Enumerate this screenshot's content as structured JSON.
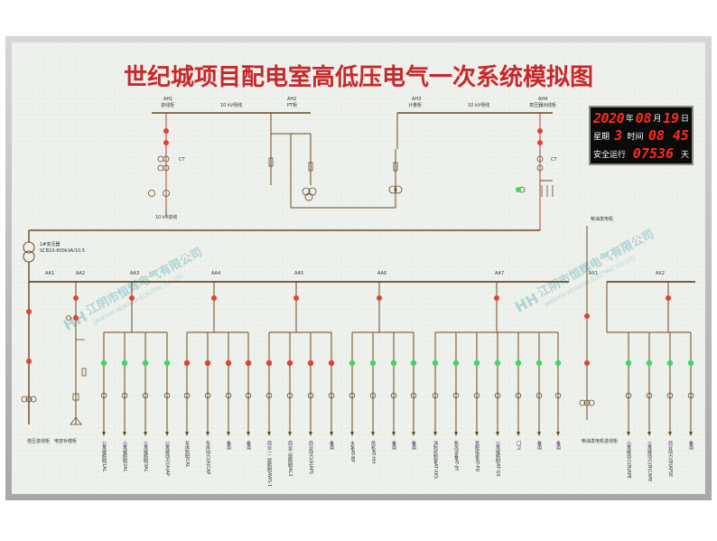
{
  "title": "世纪城项目配电室高低压电气一次系统模拟图",
  "clock": {
    "date_year": "2020",
    "date_month": "08",
    "date_day": "19",
    "year_char": "年",
    "month_char": "月",
    "day_char": "日",
    "weekday_label": "星期",
    "weekday_value": "3",
    "time_label": "时间",
    "time_value": "08 45",
    "safe_label": "安全运行",
    "safe_value": "07536",
    "safe_unit": "天"
  },
  "watermark": {
    "company": "江阴市恒辉电气有限公司",
    "company_en": "JIANGYIN HENGHUI ELECTRIC CO.,LTD",
    "logo": "HH"
  },
  "hv": {
    "cabinets": [
      {
        "id": "AH1",
        "name": "进线柜"
      },
      {
        "id": "AH2",
        "name": "PT柜"
      },
      {
        "id": "AH3",
        "name": "计量柜"
      },
      {
        "id": "AH4",
        "name": "变压器出线柜"
      }
    ],
    "bus_left": "10 kV母线",
    "bus_right": "10 kV母线",
    "incoming": "10 kV进线",
    "ct_label": "CT",
    "ct_label2": "CT"
  },
  "transformer": {
    "name": "1#变压器",
    "model": "SCB10-800kVA/10.5"
  },
  "diesel": {
    "label": "柴油发电机"
  },
  "lv": {
    "panels": [
      "AA1",
      "AA2",
      "AA3",
      "AA4",
      "AA5",
      "AA6",
      "AA7",
      "AX1",
      "AX2"
    ],
    "feeders": [
      {
        "name": "低压进线柜"
      },
      {
        "name": "电容补偿柜"
      },
      {
        "name": "公寓楼照明1AL"
      },
      {
        "name": "公寓楼照明2AL"
      },
      {
        "name": "公寓楼照明3AL"
      },
      {
        "name": "公寓楼动力(A)AP"
      },
      {
        "name": "车库照明CAL"
      },
      {
        "name": "车库动力(A)CAP"
      },
      {
        "name": "备用"
      },
      {
        "name": "备用"
      },
      {
        "name": "商业一二层照明AWS-1"
      },
      {
        "name": "商业三层照明AL3"
      },
      {
        "name": "商业动力(A)APS"
      },
      {
        "name": "备用"
      },
      {
        "name": "水泵AT-BP"
      },
      {
        "name": "风机AT-HH"
      },
      {
        "name": "备用"
      },
      {
        "name": "备用"
      },
      {
        "name": "消防控制室AT-XKS"
      },
      {
        "name": "新风设备AT-JH"
      },
      {
        "name": "变配电室AT-PD"
      },
      {
        "name": "公寓楼照明AT-GS"
      },
      {
        "name": "门卫"
      },
      {
        "name": "备用"
      },
      {
        "name": "备用"
      },
      {
        "name": "柴油发电机进线柜"
      },
      {
        "name": "公寓楼动力(B)APE"
      },
      {
        "name": "公寓楼动力(B)CAPE"
      },
      {
        "name": "商业动力(B)APSE"
      },
      {
        "name": "备用"
      }
    ]
  },
  "colors": {
    "board": "#eef1ec",
    "frame": "#bcbcbc",
    "title": "#c8282a",
    "line": "#6a4a24",
    "hv_red": "#b04040",
    "lamp_red": "#e6402a",
    "lamp_green": "#3ed85a",
    "led": "#ff2a1a",
    "clock_bg": "#0a0a0a"
  }
}
